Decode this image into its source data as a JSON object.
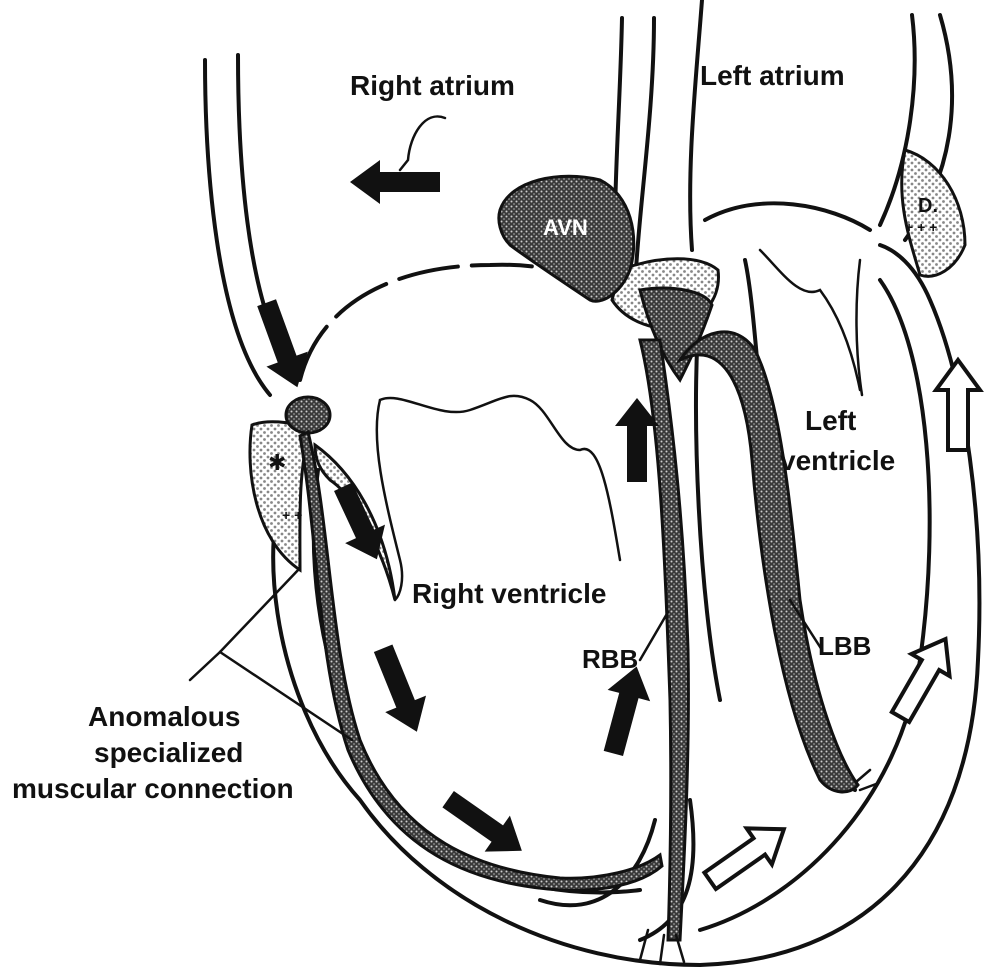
{
  "labels": {
    "right_atrium": "Right atrium",
    "left_atrium": "Left atrium",
    "avn": "AVN",
    "left_ventricle_1": "Left",
    "left_ventricle_2": "ventricle",
    "right_ventricle": "Right ventricle",
    "rbb": "RBB",
    "lbb": "LBB",
    "anomalous_1": "Anomalous",
    "anomalous_2": "specialized",
    "anomalous_3": "muscular connection",
    "d_mark": "D."
  },
  "colors": {
    "ink": "#111111",
    "paper": "#ffffff",
    "tissue_dots": "#9a9a9a"
  },
  "icons": {
    "solid_arrow": "solid-arrow-icon",
    "open_arrow": "open-arrow-icon"
  }
}
